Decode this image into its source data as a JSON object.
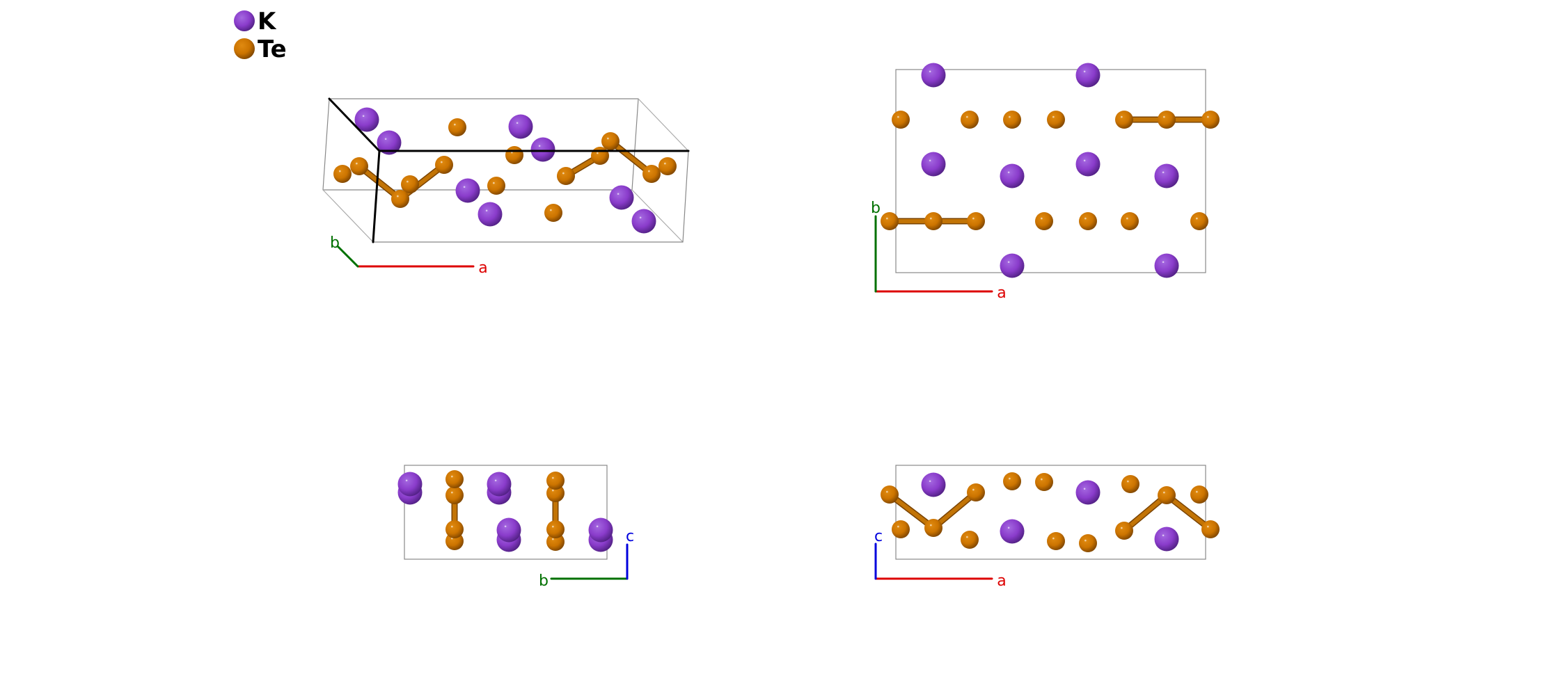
{
  "legend": [
    {
      "symbol": "K",
      "color": "#8e3fd0",
      "icon": "potassium-sphere-icon"
    },
    {
      "symbol": "Te",
      "color": "#d07a00",
      "icon": "tellurium-sphere-icon"
    }
  ],
  "colors": {
    "K": "#8e3fd0",
    "Te": "#d07a00",
    "bond": "#c27406",
    "axis_a": "#dd0000",
    "axis_b": "#007000",
    "axis_c": "#0000dd",
    "cell_edge": "#888888",
    "cell_edge_bold": "#000000"
  },
  "panels": [
    {
      "name": "perspective-view",
      "axes": [
        "a",
        "b"
      ],
      "atom_counts": {
        "K": 8,
        "Te": 14
      }
    },
    {
      "name": "view-along-c",
      "axes": [
        "a",
        "b"
      ],
      "atom_counts": {
        "K": 8,
        "Te": 14
      }
    },
    {
      "name": "view-along-a",
      "axes": [
        "b",
        "c"
      ],
      "atom_counts": {
        "K": 8,
        "Te": 8
      }
    },
    {
      "name": "view-along-b",
      "axes": [
        "a",
        "c"
      ],
      "atom_counts": {
        "K": 4,
        "Te": 14
      }
    }
  ],
  "axis_labels": {
    "a": "a",
    "b": "b",
    "c": "c"
  }
}
